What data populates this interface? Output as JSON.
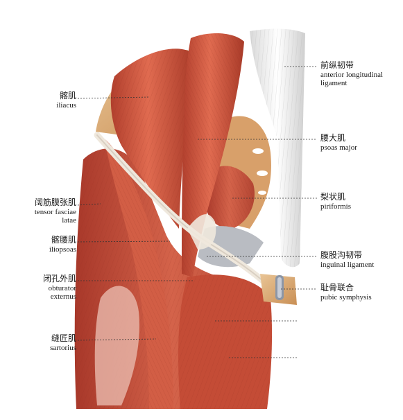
{
  "labels": {
    "iliacus": {
      "zh": "髂肌",
      "en": "iliacus"
    },
    "tensor": {
      "zh": "阔筋膜张肌",
      "en1": "tensor fasciae",
      "en2": "latae"
    },
    "iliopsoas": {
      "zh": "髂腰肌",
      "en": "iliopsoas"
    },
    "obturator": {
      "zh": "闭孔外肌",
      "en1": "obturator",
      "en2": "externus"
    },
    "sartorius": {
      "zh": "缝匠肌",
      "en": "sartorius"
    },
    "ant_long_lig": {
      "zh": "前纵韧带",
      "en1": "anterior longitudinal",
      "en2": "ligament"
    },
    "psoas": {
      "zh": "腰大肌",
      "en": "psoas major"
    },
    "piriformis": {
      "zh": "梨状肌",
      "en": "piriformis"
    },
    "inguinal": {
      "zh": "腹股沟韧带",
      "en": "inguinal ligament"
    },
    "pubic": {
      "zh": "耻骨联合",
      "en": "pubic symphysis"
    }
  },
  "colors": {
    "muscle": "#c9503a",
    "muscle_dark": "#9e3524",
    "muscle_light": "#e07a5f",
    "bone": "#e8c08e",
    "ligament": "#ede6dc",
    "leader": "#333333"
  }
}
